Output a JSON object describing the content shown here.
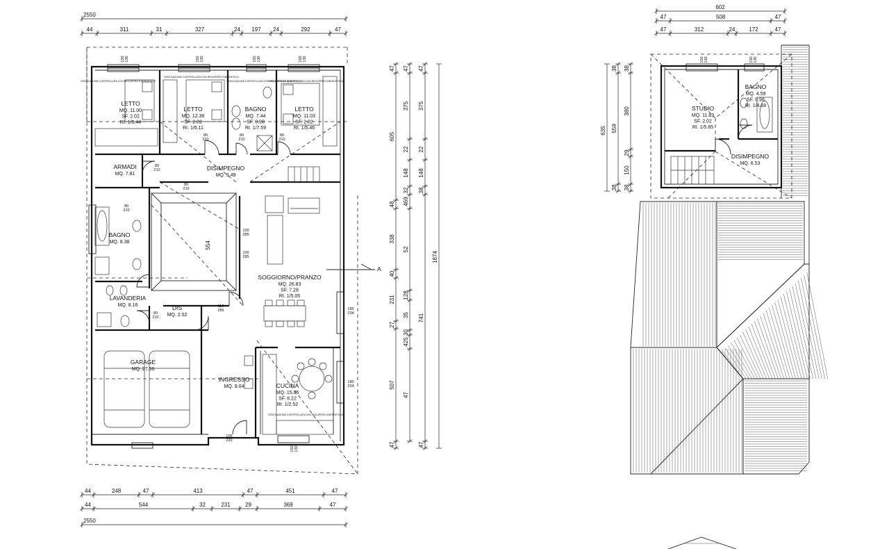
{
  "ground_floor": {
    "top_total": "2550",
    "top_dims": [
      "44",
      "311",
      "31",
      "327",
      "24",
      "197",
      "24",
      "292",
      "47"
    ],
    "bottom_dims_1": [
      "44",
      "248",
      "47",
      "413",
      "47",
      "451",
      "47"
    ],
    "bottom_dims_2": [
      "44",
      "544",
      "32",
      "231",
      "29",
      "369",
      "47"
    ],
    "bottom_total": "2550",
    "right_dims_1": [
      "47",
      "605",
      "48",
      "338",
      "40",
      "231",
      "27",
      "507",
      "47"
    ],
    "right_dims_2": [
      "47",
      "375",
      "22",
      "148",
      "32",
      "469",
      "52",
      "128",
      "35",
      "30",
      "425",
      "47"
    ],
    "right_dims_3": [
      "47",
      "375",
      "22",
      "148",
      "38",
      "741",
      "47"
    ],
    "right_total": "1874",
    "section_marker": "A",
    "rooms": [
      {
        "name": "LETTO",
        "lines": [
          "MQ. 11.00",
          "SF. 2.02",
          "RI. 1/5.44"
        ]
      },
      {
        "name": "LETTO",
        "lines": [
          "MQ. 12.36",
          "SF. 2.02",
          "RI. 1/6.11"
        ]
      },
      {
        "name": "BAGNO",
        "lines": [
          "MQ. 7.44",
          "SF. 0.98",
          "RI. 1/7.59"
        ]
      },
      {
        "name": "LETTO",
        "lines": [
          "MQ. 11.03",
          "SF. 2.02",
          "RI. 1/5.46"
        ]
      },
      {
        "name": "ARMADI",
        "lines": [
          "MQ. 7.81"
        ]
      },
      {
        "name": "DISIMPEGNO",
        "lines": [
          "MQ. 9.49"
        ]
      },
      {
        "name": "BAGNO",
        "lines": [
          "MQ. 8.38"
        ]
      },
      {
        "name": "SOGGIORNO/PRANZO",
        "lines": [
          "MQ. 26.83",
          "SF. 7.28",
          "RI. 1/5.05"
        ]
      },
      {
        "name": "LAVANDERIA",
        "lines": [
          "MQ. 8.16"
        ]
      },
      {
        "name": "DIS",
        "lines": [
          "MQ. 2.52"
        ]
      },
      {
        "name": "GARAGE",
        "lines": [
          "MQ. 27.56"
        ]
      },
      {
        "name": "INGRESSO",
        "lines": [
          "MQ. 9.04"
        ]
      },
      {
        "name": "CUCINA",
        "lines": [
          "MQ. 15.65",
          "SF. 6.22",
          "RI. 1/2.52"
        ]
      }
    ],
    "opening_labels": [
      "80",
      "210",
      "80",
      "210",
      "80",
      "210",
      "80",
      "210",
      "80",
      "210",
      "80",
      "210",
      "80",
      "210",
      "100",
      "285",
      "100",
      "285",
      "110",
      "285",
      "185",
      "234",
      "180",
      "234",
      "105",
      "220",
      "150",
      "130",
      "150",
      "130",
      "150",
      "130",
      "150",
      "130",
      "150",
      "130",
      "554"
    ],
    "vent_note": "VENTILAZIONE CONTROLLATA CON RECUPERO ENERGETICO"
  },
  "upper_floor": {
    "top_total": "602",
    "top_dims_1": [
      "47",
      "508",
      "47"
    ],
    "top_dims_2": [
      "47",
      "312",
      "24",
      "172",
      "47"
    ],
    "left_dims_1": [
      "38",
      "380",
      "29",
      "150",
      "38"
    ],
    "left_dims_2": [
      "38",
      "559",
      "38"
    ],
    "left_total": "635",
    "rooms": [
      {
        "name": "STUDIO",
        "lines": [
          "MQ. 11.83",
          "SF. 2.02",
          "RI. 1/5.85"
        ]
      },
      {
        "name": "BAGNO",
        "lines": [
          "MQ. 4.59",
          "SF. 0.98",
          "RI. 1/4.68"
        ]
      },
      {
        "name": "DISIMPEGNO",
        "lines": [
          "MQ. 6.53"
        ]
      }
    ],
    "opening_labels": [
      "150",
      "130",
      "150",
      "130"
    ]
  }
}
